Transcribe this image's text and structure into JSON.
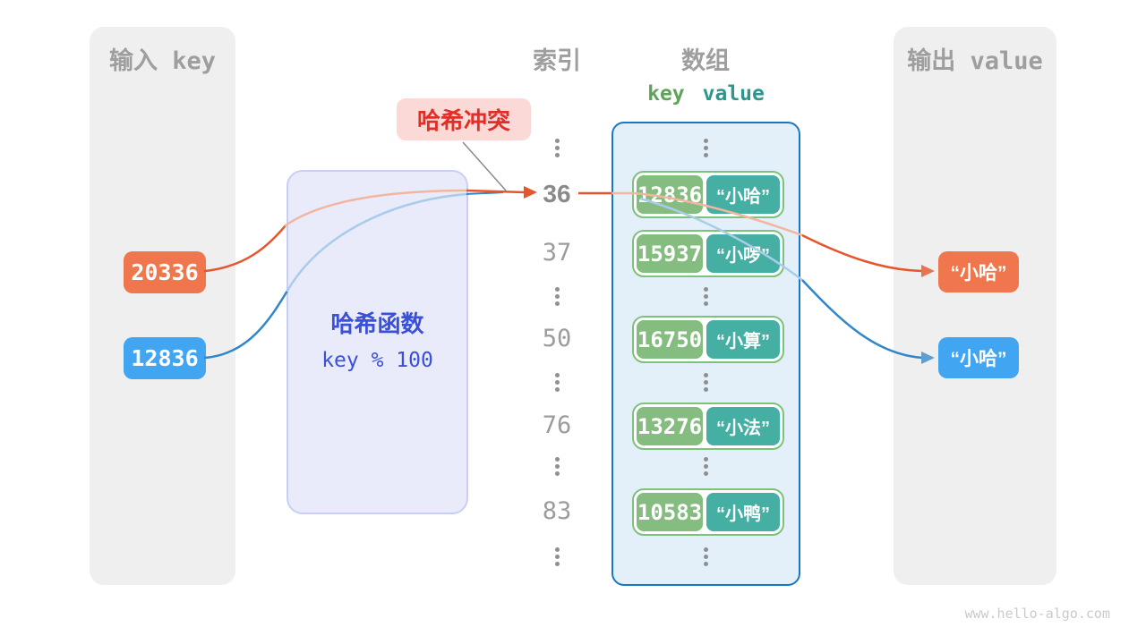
{
  "input_column": {
    "title": "输入 key",
    "items": [
      {
        "value": "20336",
        "color": "#F0764D"
      },
      {
        "value": "12836",
        "color": "#42A5F2"
      }
    ]
  },
  "hash_function": {
    "title": "哈希函数",
    "formula": "key % 100"
  },
  "collision_label": {
    "text": "哈希冲突",
    "text_color": "#E02F27",
    "bg_color": "#FBD9D6"
  },
  "index_column": {
    "title": "索引",
    "values": [
      "36",
      "37",
      "50",
      "76",
      "83"
    ],
    "highlighted": "36"
  },
  "array": {
    "title": "数组",
    "key_header": "key",
    "value_header": "value",
    "entries": [
      {
        "key": "12836",
        "value": "“小哈”"
      },
      {
        "key": "15937",
        "value": "“小啰”"
      },
      {
        "key": "16750",
        "value": "“小算”"
      },
      {
        "key": "13276",
        "value": "“小法”"
      },
      {
        "key": "10583",
        "value": "“小鸭”"
      }
    ]
  },
  "output_column": {
    "title": "输出 value",
    "items": [
      {
        "value": "“小哈”",
        "color": "#F0764D"
      },
      {
        "value": "“小哈”",
        "color": "#42A5F2"
      }
    ]
  },
  "watermark": {
    "text": "www.hello-algo.com"
  },
  "colors": {
    "orange_line": "#E4572E",
    "orange_line_faded": "#F2B5A2",
    "blue_line": "#2F86CB",
    "blue_line_faded": "#A9CCEA",
    "array_border": "#1778C8",
    "entry_border": "#7EC17A",
    "entry_key_bg": "#85BC80",
    "entry_value_bg": "#44AFA2",
    "hash_box_bg": "#E9EBFA",
    "hash_text": "#3A50D9",
    "column_bg": "#EFEFEF",
    "header_text": "#9E9E9E"
  }
}
